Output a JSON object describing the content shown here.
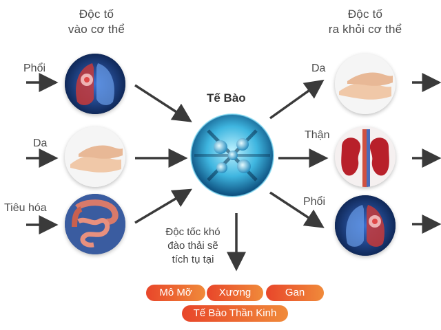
{
  "headings": {
    "toxins_in": "Độc tố\nvào cơ thể",
    "toxins_out": "Độc tố\nra khỏi cơ thể"
  },
  "center": {
    "label": "Tế Bào"
  },
  "inputs": [
    {
      "label": "Phổi",
      "icon": "lung-icon"
    },
    {
      "label": "Da",
      "icon": "hands-icon"
    },
    {
      "label": "Tiêu hóa",
      "icon": "intestine-icon"
    }
  ],
  "outputs": [
    {
      "label": "Da",
      "icon": "hands-icon"
    },
    {
      "label": "Thận",
      "icon": "kidney-icon"
    },
    {
      "label": "Phổi",
      "icon": "lung-icon"
    }
  ],
  "note": "Độc tốc khó\nđào thải sẽ\ntích tụ tại",
  "accumulation_sites": [
    "Mô Mỡ",
    "Xương",
    "Gan",
    "Tế Bào Thần Kinh"
  ],
  "colors": {
    "arrow": "#3a3a3a",
    "pill_start": "#e8462a",
    "pill_end": "#f08a3a",
    "cell": "#3fb6e0"
  }
}
